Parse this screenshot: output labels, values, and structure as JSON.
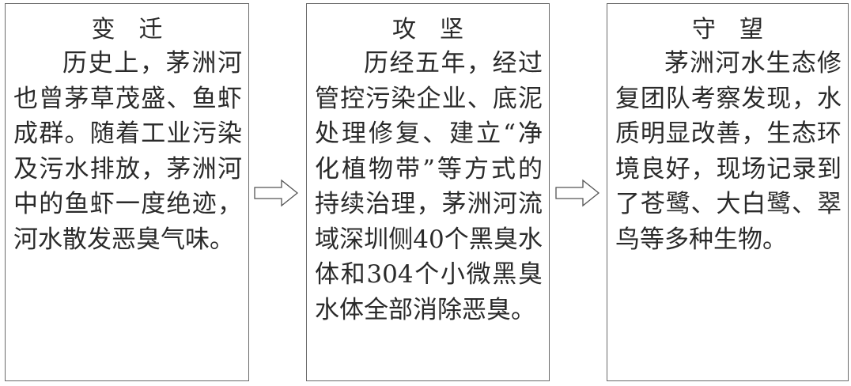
{
  "panels": [
    {
      "title": "变迁",
      "body": "历史上，茅洲河也曾茅草茂盛、鱼虾成群。随着工业污染及污水排放，茅洲河中的鱼虾一度绝迹，河水散发恶臭气味。"
    },
    {
      "title": "攻坚",
      "body": "历经五年，经过管控污染企业、底泥处理修复、建立“净化植物带”等方式的持续治理，茅洲河流域深圳侧40个黑臭水体和304个小微黑臭水体全部消除恶臭。"
    },
    {
      "title": "守望",
      "body": "茅洲河水生态修复团队考察发现，水质明显改善，生态环境良好，现场记录到了苍鹭、大白鹭、翠鸟等多种生物。"
    }
  ],
  "arrows": [
    {
      "icon": "right-arrow-icon"
    },
    {
      "icon": "right-arrow-icon"
    }
  ]
}
